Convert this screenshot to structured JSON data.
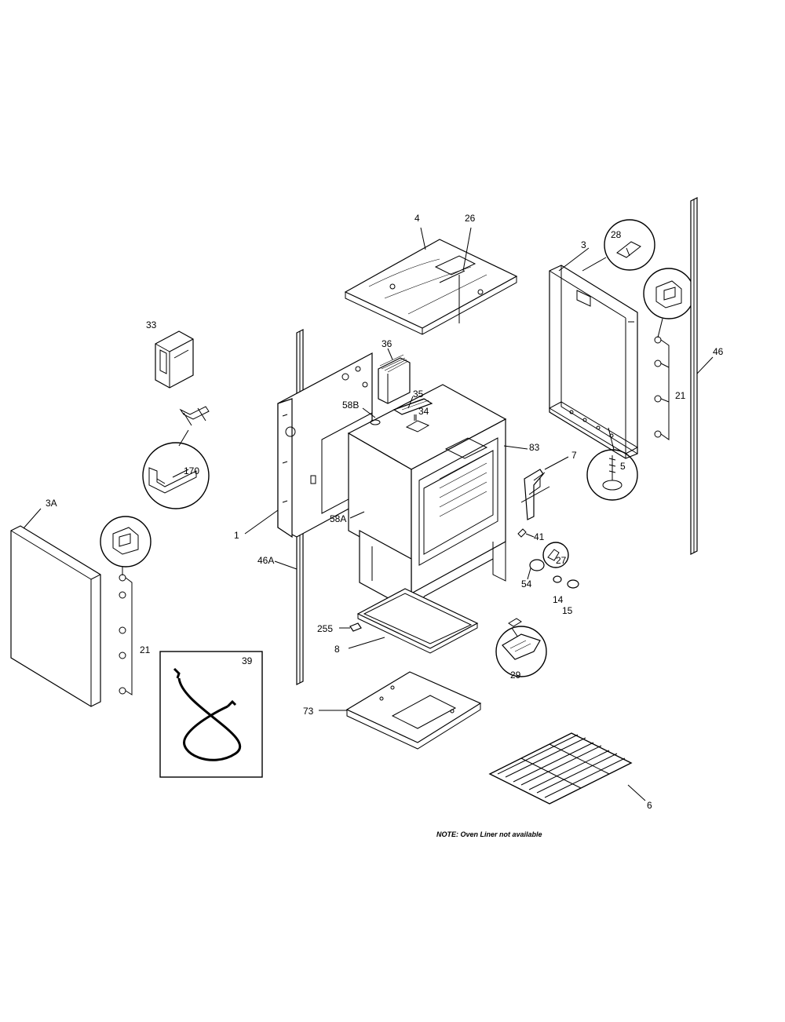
{
  "diagram": {
    "labels": {
      "p4": "4",
      "p26": "26",
      "p3": "3",
      "p28": "28",
      "p46": "46",
      "p33": "33",
      "p36": "36",
      "p35": "35",
      "p58b": "58B",
      "p34": "34",
      "p21r": "21",
      "p83": "83",
      "p7": "7",
      "p5": "5",
      "p170": "170",
      "p1": "1",
      "p58a": "58A",
      "p41": "41",
      "p27": "27",
      "p3a": "3A",
      "p46a": "46A",
      "p54": "54",
      "p14": "14",
      "p15": "15",
      "p255": "255",
      "p8": "8",
      "p21l": "21",
      "p29": "29",
      "p39": "39",
      "p73": "73",
      "p6": "6"
    },
    "note": "NOTE: Oven Liner not available"
  }
}
